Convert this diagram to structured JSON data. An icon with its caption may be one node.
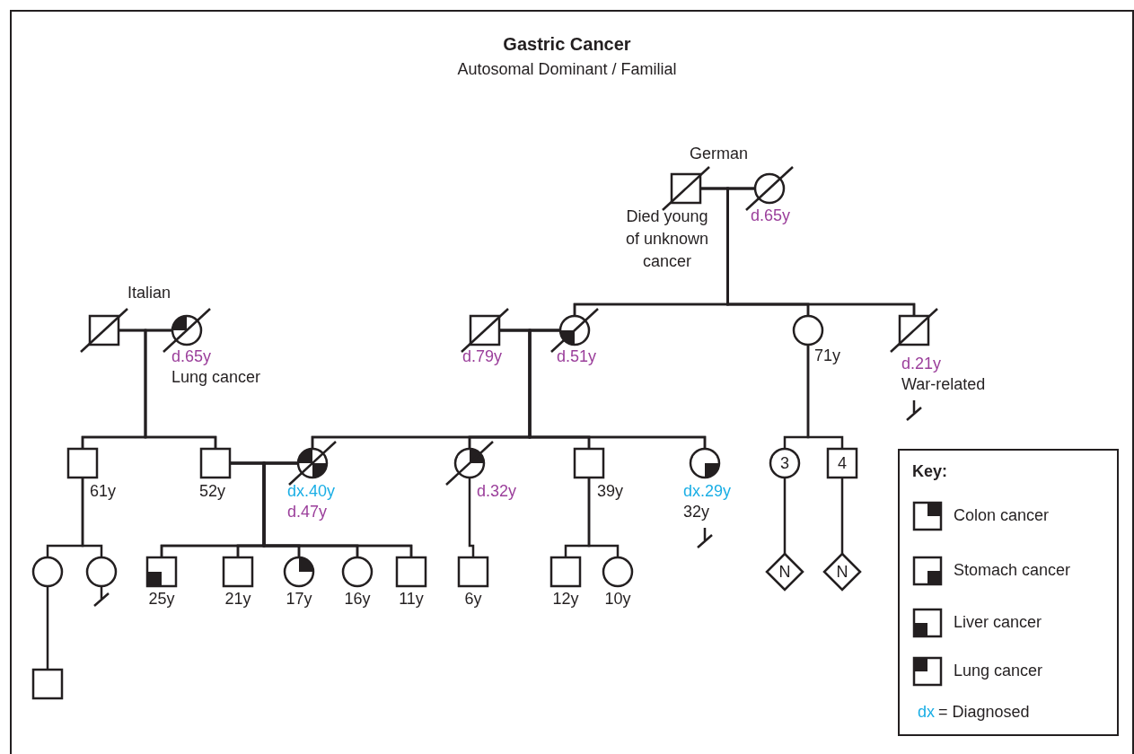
{
  "diagram": {
    "title": "Gastric Cancer",
    "nodes": [
      {
        "text": [],
        "shape": "box",
        "beside": [
          "Died young of unknown cancer"
        ]
      },
      {
        "text": [],
        "shape": "circle",
        "beside": [
          "d.65y"
        ]
      },
      {
        "text": [],
        "shape": "box",
        "beside": [
          "d.79y"
        ]
      },
      {
        "text": [],
        "shape": "circle",
        "beside": [
          "d.51y"
        ]
      },
      {
        "text": [],
        "shape": "circle",
        "beside": [
          "71y"
        ]
      },
      {
        "text": [],
        "shape": "box",
        "beside": [
          "d.21y",
          "War-related"
        ]
      },
      {
        "text": [],
        "shape": "box"
      },
      {
        "text": [],
        "shape": "circle",
        "beside": [
          "d.65y",
          "Lung cancer"
        ]
      },
      {
        "text": [],
        "shape": "box",
        "beside": [
          "61y"
        ]
      },
      {
        "text": [],
        "shape": "box",
        "beside": [
          "52y"
        ]
      },
      {
        "text": [],
        "shape": "circle",
        "beside": [
          "dx.40y",
          "d.47y"
        ]
      },
      {
        "text": [],
        "shape": "circle",
        "beside": [
          "d.32y"
        ]
      },
      {
        "text": [],
        "shape": "box",
        "beside": [
          "39y"
        ]
      },
      {
        "text": [],
        "shape": "circle",
        "beside": [
          "dx.29y",
          "32y"
        ]
      },
      {
        "text": [
          "3"
        ]
      },
      {
        "text": [
          "4"
        ]
      },
      {
        "text": [],
        "shape": "circle"
      },
      {
        "text": [],
        "shape": "circle"
      },
      {
        "text": [],
        "shape": "box",
        "beside": [
          "25y"
        ]
      },
      {
        "text": [],
        "shape": "box",
        "beside": [
          "21y"
        ]
      },
      {
        "text": [],
        "shape": "circle",
        "beside": [
          "17y"
        ]
      },
      {
        "text": [],
        "shape": "circle",
        "beside": [
          "16y"
        ]
      },
      {
        "text": [],
        "shape": "box",
        "beside": [
          "11y"
        ]
      },
      {
        "text": [],
        "shape": "box",
        "beside": [
          "6y"
        ]
      },
      {
        "text": [],
        "shape": "box",
        "beside": [
          "12y"
        ]
      },
      {
        "text": [],
        "shape": "circle",
        "beside": [
          "10y"
        ]
      },
      {
        "text": [
          "N"
        ]
      },
      {
        "text": [
          "N"
        ]
      },
      {
        "text": [],
        "shape": "box"
      }
    ],
    "edges": [
      {
        "from": 0,
        "to": 1,
        "arrow": "none"
      },
      {
        "from": 0,
        "to": 3,
        "arrow": "none"
      },
      {
        "from": 1,
        "to": 3,
        "arrow": "none"
      },
      {
        "from": 0,
        "to": 4,
        "arrow": "none"
      },
      {
        "from": 1,
        "to": 4,
        "arrow": "none"
      },
      {
        "from": 0,
        "to": 5,
        "arrow": "none"
      },
      {
        "from": 1,
        "to": 5,
        "arrow": "none"
      },
      {
        "from": 2,
        "to": 3,
        "arrow": "none"
      },
      {
        "from": 6,
        "to": 7,
        "arrow": "none"
      },
      {
        "from": 6,
        "to": 8,
        "arrow": "none"
      },
      {
        "from": 7,
        "to": 8,
        "arrow": "none"
      },
      {
        "from": 6,
        "to": 9,
        "arrow": "none"
      },
      {
        "from": 7,
        "to": 9,
        "arrow": "none"
      },
      {
        "from": 9,
        "to": 10,
        "arrow": "none"
      },
      {
        "from": 2,
        "to": 10,
        "arrow": "none"
      },
      {
        "from": 3,
        "to": 10,
        "arrow": "none"
      },
      {
        "from": 2,
        "to": 11,
        "arrow": "none"
      },
      {
        "from": 3,
        "to": 11,
        "arrow": "none"
      },
      {
        "from": 2,
        "to": 12,
        "arrow": "none"
      },
      {
        "from": 3,
        "to": 12,
        "arrow": "none"
      },
      {
        "from": 2,
        "to": 13,
        "arrow": "none"
      },
      {
        "from": 3,
        "to": 13,
        "arrow": "none"
      },
      {
        "from": 4,
        "to": 14,
        "arrow": "none"
      },
      {
        "from": 4,
        "to": 15,
        "arrow": "none"
      },
      {
        "from": 8,
        "to": 16,
        "arrow": "none"
      },
      {
        "from": 8,
        "to": 17,
        "arrow": "none"
      },
      {
        "from": 9,
        "to": 18,
        "arrow": "none"
      },
      {
        "from": 10,
        "to": 18,
        "arrow": "none"
      },
      {
        "from": 9,
        "to": 19,
        "arrow": "none"
      },
      {
        "from": 10,
        "to": 19,
        "arrow": "none"
      },
      {
        "from": 9,
        "to": 20,
        "arrow": "none"
      },
      {
        "from": 10,
        "to": 20,
        "arrow": "none"
      },
      {
        "from": 9,
        "to": 21,
        "arrow": "none"
      },
      {
        "from": 10,
        "to": 21,
        "arrow": "none"
      },
      {
        "from": 9,
        "to": 22,
        "arrow": "none"
      },
      {
        "from": 10,
        "to": 22,
        "arrow": "none"
      },
      {
        "from": 11,
        "to": 23,
        "arrow": "none"
      },
      {
        "from": 12,
        "to": 24,
        "arrow": "none"
      },
      {
        "from": 12,
        "to": 25,
        "arrow": "none"
      },
      {
        "from": 14,
        "to": 26,
        "arrow": "none"
      },
      {
        "from": 15,
        "to": 27,
        "arrow": "none"
      },
      {
        "from": 16,
        "to": 28,
        "arrow": "none"
      }
    ],
    "labels": [
      "Autosomal Dominant / Familial",
      "German",
      "Italian",
      "Key:",
      "dx",
      "= Diagnosed"
    ],
    "legend": [
      {
        "text": "Colon cancer"
      },
      {
        "text": "Stomach cancer"
      },
      {
        "text": "Liver cancer"
      },
      {
        "text": "Lung cancer"
      }
    ]
  }
}
